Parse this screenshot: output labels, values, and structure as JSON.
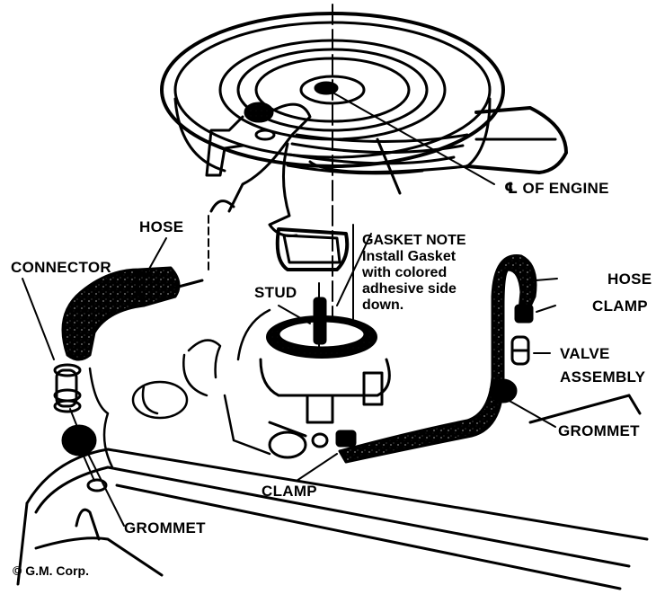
{
  "diagram": {
    "subject": "Engine air cleaner, carburetor and PCV hose assembly",
    "labels": {
      "centerline": "℄ OF ENGINE",
      "hose_left": "HOSE",
      "connector": "CONNECTOR",
      "stud": "STUD",
      "gasket_note_title": "GASKET  NOTE",
      "gasket_note_lines": [
        "Install Gasket",
        "with colored",
        "adhesive side",
        "down."
      ],
      "hose_right": "HOSE",
      "clamp_right": "CLAMP",
      "valve_assembly_1": "VALVE",
      "valve_assembly_2": "ASSEMBLY",
      "grommet_right": "GROMMET",
      "clamp_bottom": "CLAMP",
      "grommet_bottom": "GROMMET"
    },
    "copyright": "© G.M. Corp."
  },
  "colors": {
    "ink": "#000000",
    "paper": "#ffffff"
  }
}
